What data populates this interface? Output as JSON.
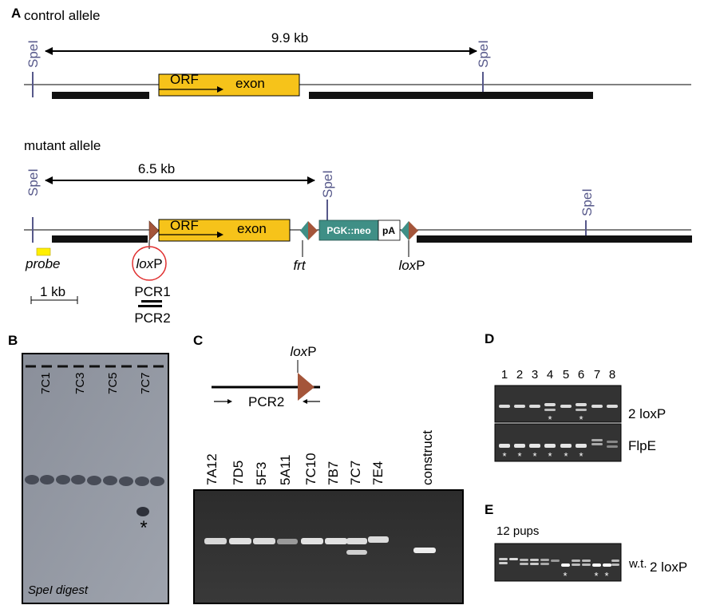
{
  "panels": {
    "a": {
      "letter": "A",
      "control_title": "control allele",
      "control_distance": "9.9 kb",
      "mutant_title": "mutant allele",
      "mutant_distance": "6.5 kb",
      "site": "SpeI",
      "orf": "ORF",
      "exon": "exon",
      "cassette": "PGK::neo",
      "polya": "pA",
      "probe": "probe",
      "loxp_italic": "lox",
      "loxp_suffix": "P",
      "frt": "frt",
      "scale": "1 kb",
      "pcr1": "PCR1",
      "pcr2": "PCR2"
    },
    "b": {
      "letter": "B",
      "lanes": [
        "7C1",
        "7C3",
        "7C5",
        "7C7"
      ],
      "star": "*",
      "caption": "SpeI digest"
    },
    "c": {
      "letter": "C",
      "loxp_italic": "lox",
      "loxp_suffix": "P",
      "pcr2": "PCR2",
      "lanes": [
        "7A12",
        "7D5",
        "5F3",
        "5A11",
        "7C10",
        "7B7",
        "7C7",
        "7E4",
        "construct"
      ]
    },
    "d": {
      "letter": "D",
      "lanes": [
        "1",
        "2",
        "3",
        "4",
        "5",
        "6",
        "7",
        "8"
      ],
      "row_top": "2 loxP",
      "row_bottom": "FlpE",
      "star": "*"
    },
    "e": {
      "letter": "E",
      "title": "12 pups",
      "wt": "w.t.",
      "loxp2": "2 loxP",
      "star": "*"
    }
  },
  "colors": {
    "exon": "#f6c31a",
    "cassette": "#3f8f86",
    "loxp": "#a4553a",
    "site": "#56588a",
    "probe": "#ffef00",
    "circle": "#e03030"
  }
}
